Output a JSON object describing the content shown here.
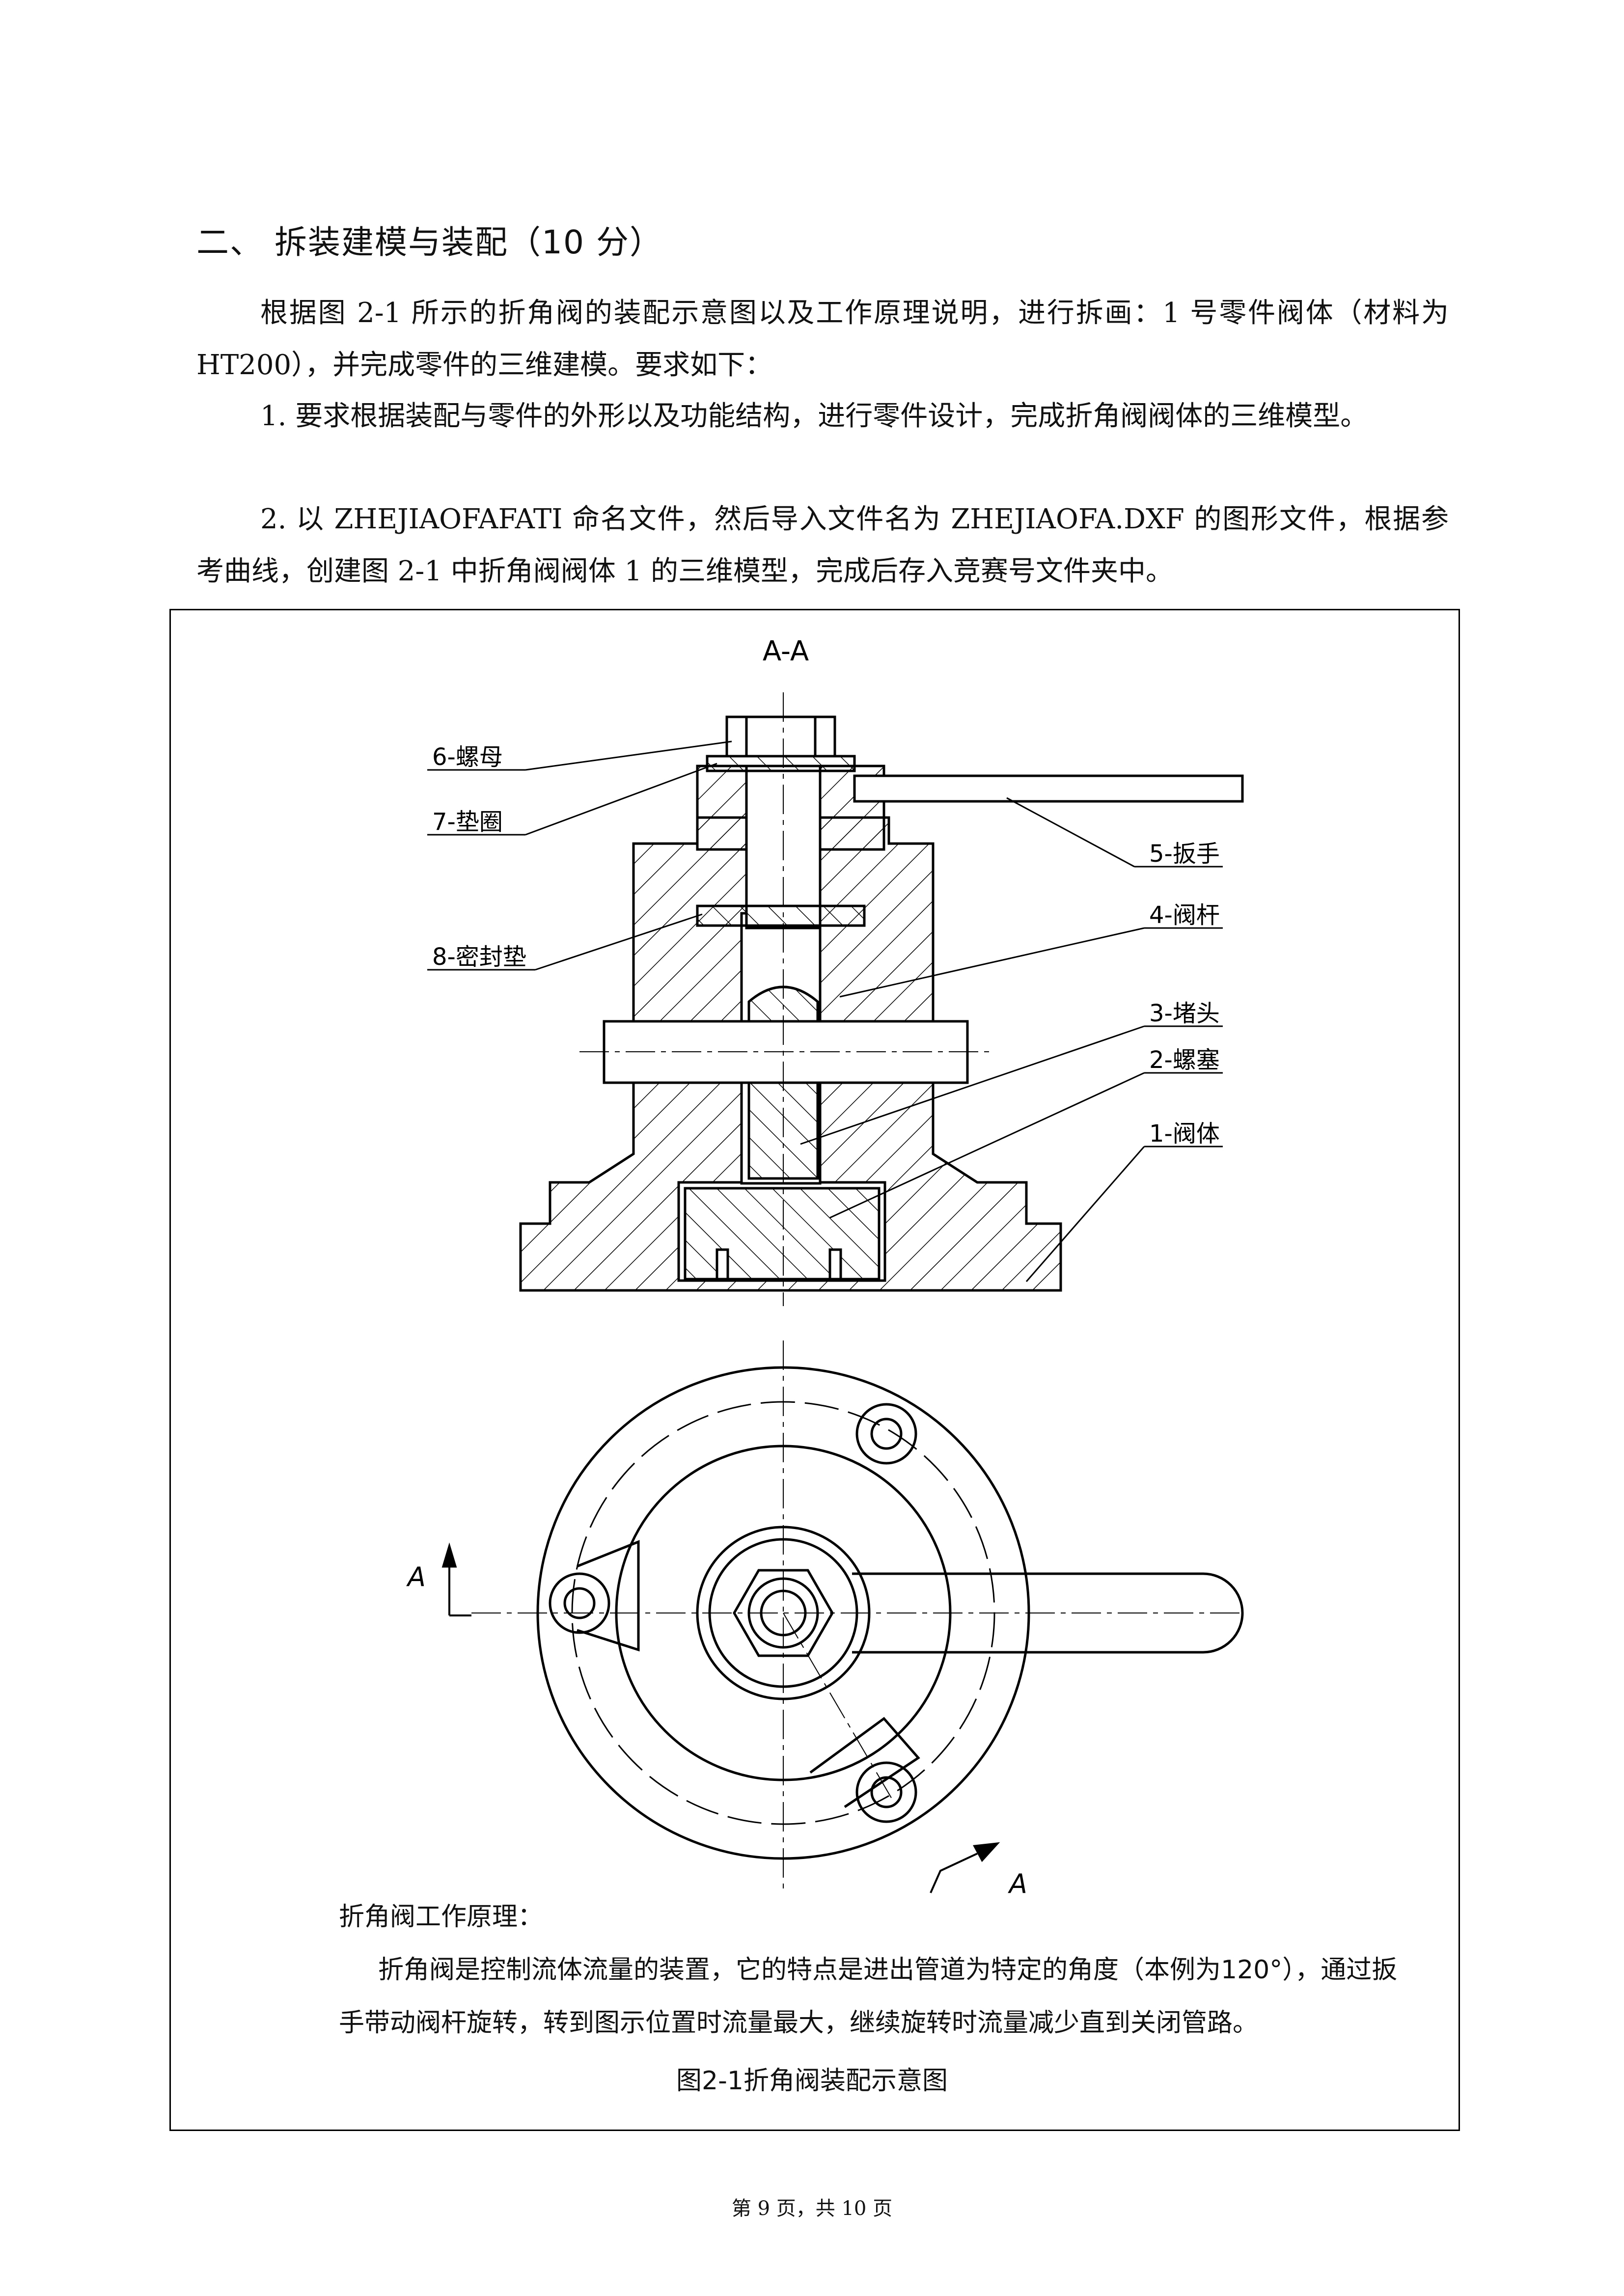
{
  "section": {
    "title": "二、 拆装建模与装配（10 分）"
  },
  "paragraphs": [
    "根据图 2-1 所示的折角阀的装配示意图以及工作原理说明，进行拆画：1 号零件阀体（材料为 HT200），并完成零件的三维建模。要求如下：",
    "1. 要求根据装配与零件的外形以及功能结构，进行零件设计，完成折角阀阀体的三维模型。",
    "2. 以 ZHEJIAOFAFATI 命名文件，然后导入文件名为 ZHEJIAOFA.DXF 的图形文件，根据参考曲线，创建图 2-1 中折角阀阀体 1 的三维模型，完成后存入竞赛号文件夹中。"
  ],
  "drawing": {
    "section_label": "A-A",
    "view_arrow_label_top": "A",
    "view_arrow_label_bottom": "A",
    "parts": {
      "p6": "6-螺母",
      "p7": "7-垫圈",
      "p8": "8-密封垫",
      "p5": "5-扳手",
      "p4": "4-阀杆",
      "p3": "3-堵头",
      "p2": "2-螺塞",
      "p1": "1-阀体"
    }
  },
  "principle": {
    "title": "折角阀工作原理：",
    "body": "折角阀是控制流体流量的装置，它的特点是进出管道为特定的角度（本例为120°），通过扳手带动阀杆旋转，转到图示位置时流量最大，继续旋转时流量减少直到关闭管路。"
  },
  "caption": "图2-1折角阀装配示意图",
  "footer": "第 9 页，共 10 页"
}
